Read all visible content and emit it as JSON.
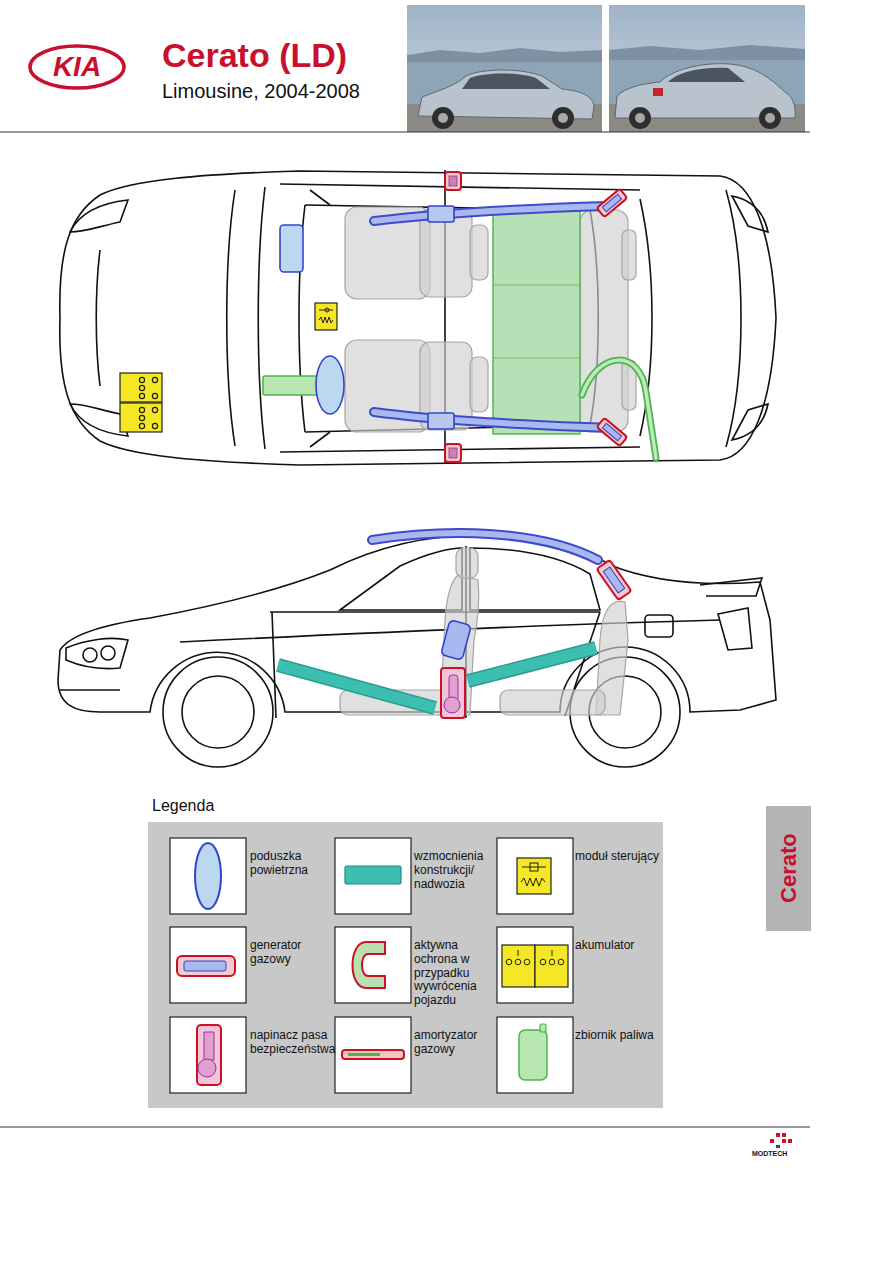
{
  "diagram": {
    "title": "Cerato (LD)",
    "nodes": [
      {
        "text": [
          "KIA"
        ]
      },
      {
        "text": [
          "Cerato"
        ]
      }
    ],
    "labels": [
      "Limousine, 2004-2008",
      "Legenda",
      "MODTECH"
    ],
    "legend": [
      {
        "text": "poduszka powietrzna"
      },
      {
        "text": "wzmocnienia konstrukcji/ nadwozia"
      },
      {
        "text": "moduł sterujący"
      },
      {
        "text": "generator gazowy"
      },
      {
        "text": "aktywna ochrona w przypadku wywrócenia pojazdu"
      },
      {
        "text": "akumulator"
      },
      {
        "text": "napinacz pasa bezpieczeństwa"
      },
      {
        "text": "amortyzator gazowy"
      },
      {
        "text": "zbiornik paliwa"
      }
    ]
  }
}
